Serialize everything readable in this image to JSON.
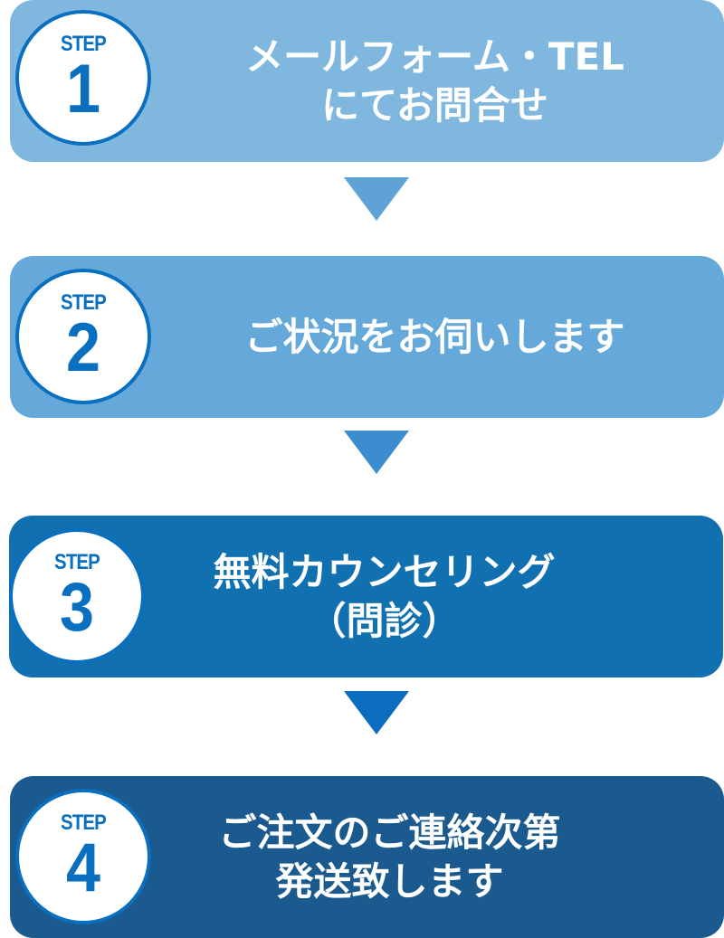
{
  "steps": [
    {
      "label": "STEP",
      "number": "1",
      "lines": [
        "メールフォーム・TEL",
        "にてお問合せ"
      ],
      "color": "#80b7df"
    },
    {
      "label": "STEP",
      "number": "2",
      "lines": [
        "ご状況をお伺いします"
      ],
      "color": "#65a8da"
    },
    {
      "label": "STEP",
      "number": "3",
      "lines": [
        "無料カウンセリング",
        "（問診）"
      ],
      "color": "#1170b0"
    },
    {
      "label": "STEP",
      "number": "4",
      "lines": [
        "ご注文のご連絡次第",
        "発送致します"
      ],
      "color": "#1b5a8e"
    }
  ],
  "arrows": [
    {
      "color": "#5fa3d6"
    },
    {
      "color": "#3b8dcf"
    },
    {
      "color": "#0b6dc0"
    }
  ]
}
